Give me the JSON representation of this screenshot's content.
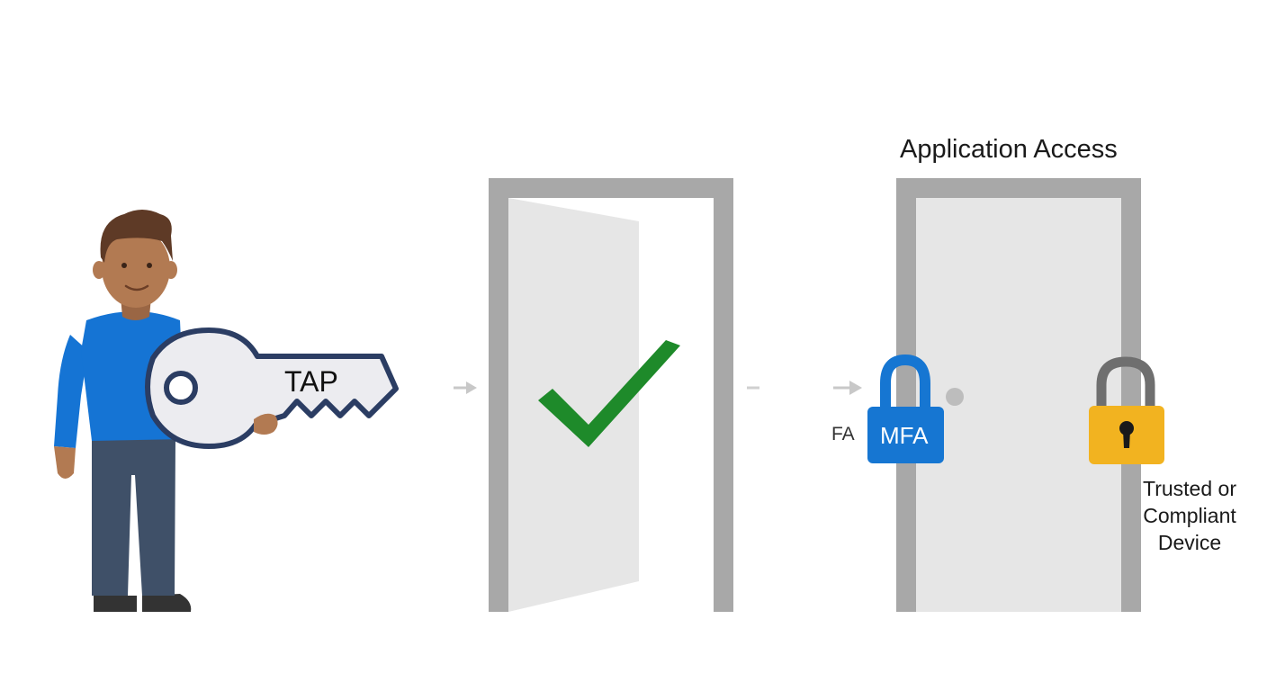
{
  "diagram": {
    "title": "Application Access",
    "key_label": "TAP",
    "mfa_lock_label": "MFA",
    "mfa_side_label": "FA",
    "device_lock_label_lines": [
      "Trusted or",
      "Compliant",
      "Device"
    ]
  },
  "colors": {
    "shirt": "#1574d4",
    "pants": "#3f5068",
    "skin": "#b27a52",
    "hair": "#5e3a26",
    "key_fill": "#ececf0",
    "key_outline": "#2b3d63",
    "door_frame": "#a8a8a8",
    "door_panel": "#e6e6e6",
    "check": "#1e8a2a",
    "mfa_lock": "#1676d2",
    "device_lock_body": "#f2b320",
    "device_lock_shackle": "#6f6f6f",
    "arrow": "#c8c8c8"
  },
  "icons": [
    "person-icon",
    "key-icon",
    "open-door-icon",
    "checkmark-icon",
    "closed-door-icon",
    "padlock-icon",
    "keyhole-icon",
    "arrow-right-icon"
  ]
}
